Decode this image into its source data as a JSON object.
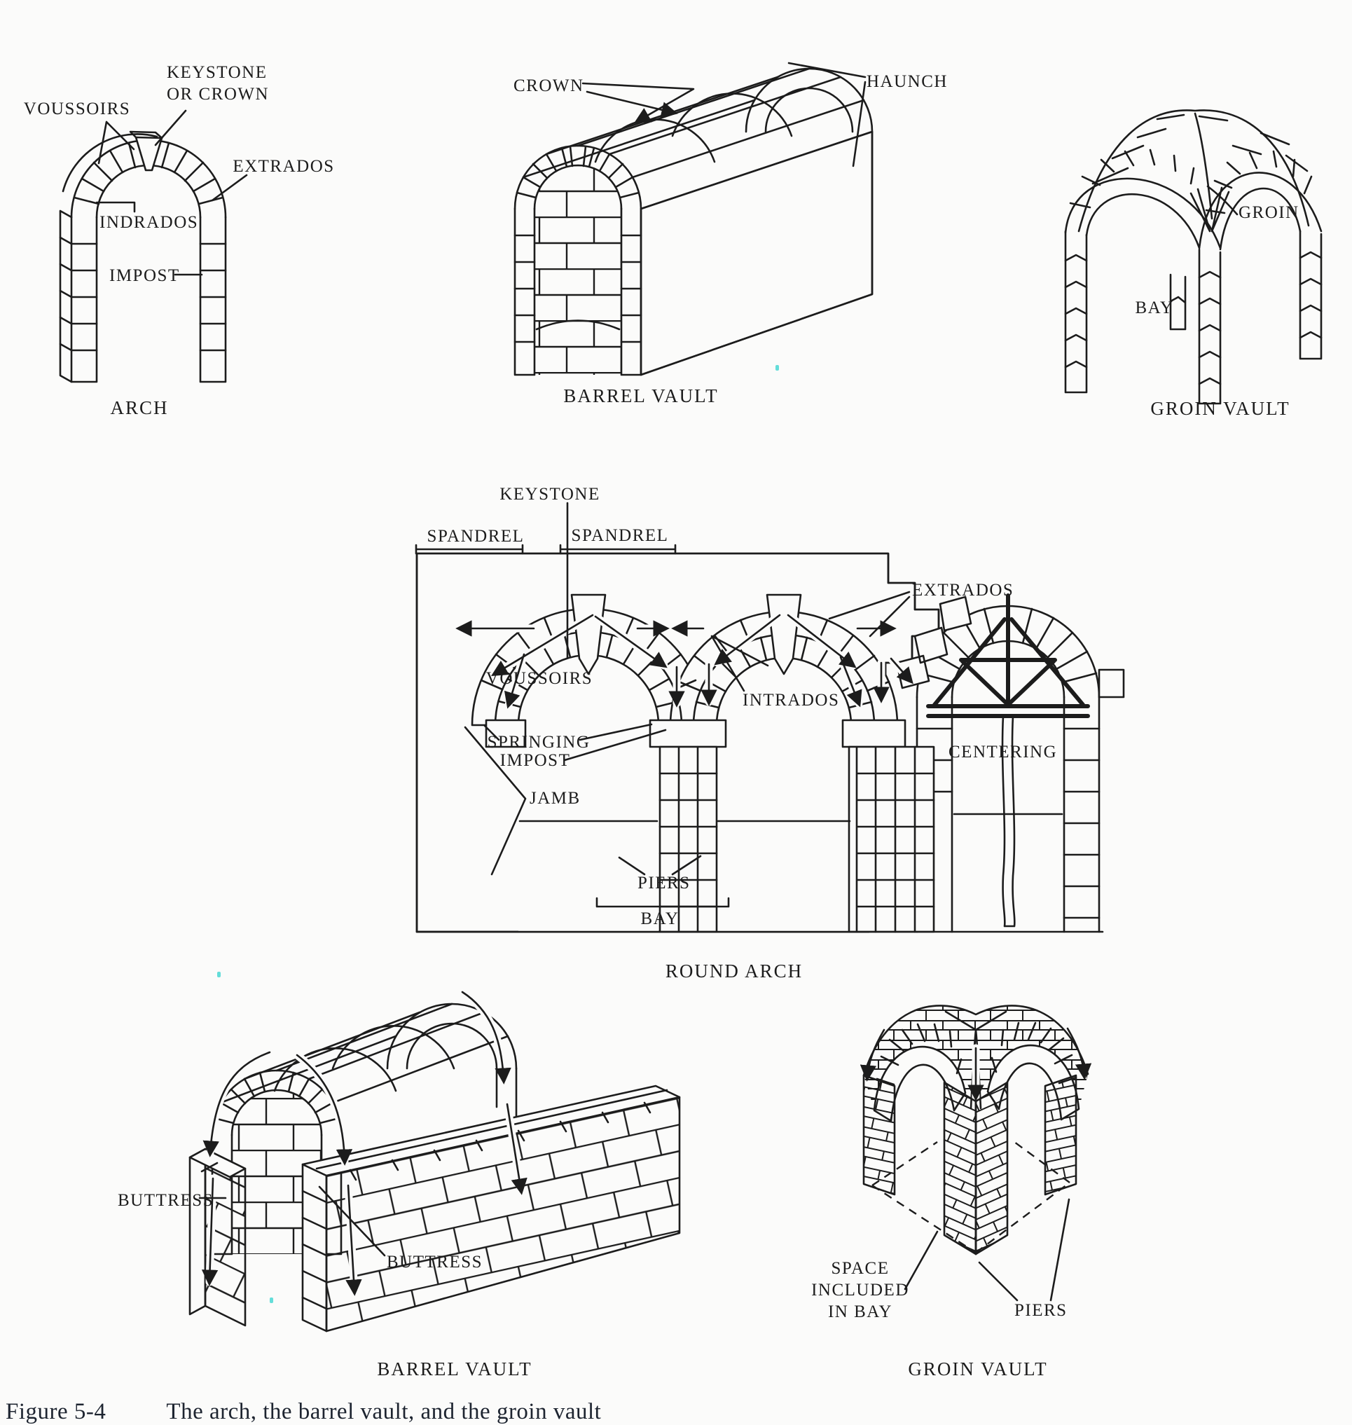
{
  "page": {
    "background": "#fbfbfa",
    "ink": "#1c1c1c",
    "artifact_color": "#49d7d2"
  },
  "figures": {
    "arch": {
      "caption": "ARCH",
      "labels": {
        "voussoirs": "VOUSSOIRS",
        "keystone_or_crown": "KEYSTONE\nOR CROWN",
        "extrados": "EXTRADOS",
        "indrados": "INDRADOS",
        "impost": "IMPOST"
      }
    },
    "barrel_vault_top": {
      "caption": "BARREL VAULT",
      "labels": {
        "crown": "CROWN",
        "haunch": "HAUNCH"
      }
    },
    "groin_vault_top": {
      "caption": "GROIN VAULT",
      "labels": {
        "groin": "GROIN",
        "bay": "BAY"
      }
    },
    "round_arch": {
      "caption": "ROUND ARCH",
      "labels": {
        "keystone": "KEYSTONE",
        "spandrel_left": "SPANDREL",
        "spandrel_right": "SPANDREL",
        "extrados": "EXTRADOS",
        "voussoirs": "VOUSSOIRS",
        "intrados": "INTRADOS",
        "springing": "SPRINGING",
        "impost": "IMPOST",
        "jamb": "JAMB",
        "centering": "CENTERING",
        "piers": "PIERS",
        "bay": "BAY"
      }
    },
    "barrel_vault_bottom": {
      "caption": "BARREL VAULT",
      "labels": {
        "buttress_left": "BUTTRESS",
        "buttress_right": "BUTTRESS"
      }
    },
    "groin_vault_bottom": {
      "caption": "GROIN VAULT",
      "labels": {
        "space_included_in_bay": "SPACE\nINCLUDED\nIN BAY",
        "piers": "PIERS"
      }
    }
  },
  "figure_caption": {
    "number": "Figure 5-4",
    "text": "The arch, the barrel vault, and the groin vault"
  }
}
